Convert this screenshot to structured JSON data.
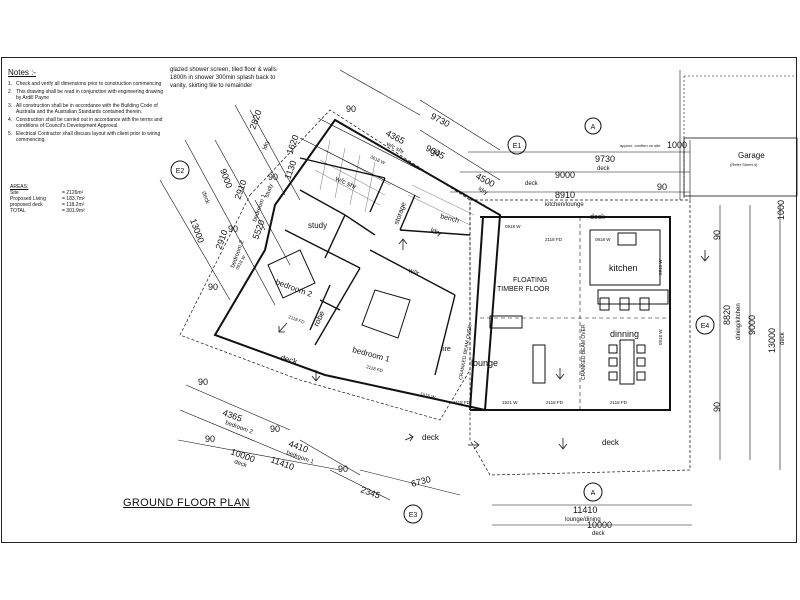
{
  "notes": {
    "title": "Notes :-",
    "items": [
      {
        "num": "1.",
        "text": "Check and verify all dimensions prior to construction commencing"
      },
      {
        "num": "2.",
        "text": "This drawing shall be read in conjunction with engineering drawing by Ardill Payne"
      },
      {
        "num": "3.",
        "text": "All construction shall be in accordance with the Building Code of Australia and the Australian Standards contained therein."
      },
      {
        "num": "4.",
        "text": "Construction shall be carried out in accordance with the terms and conditions of Council's Development Approval."
      },
      {
        "num": "5.",
        "text": "Electrical Contractor shall discuss layout with client prior to wiring commencing."
      }
    ]
  },
  "areas": {
    "title": "AREAS:",
    "rows": [
      {
        "label": "Site",
        "value": "= 2126m²"
      },
      {
        "label": "Proposed Living",
        "value": "= 183.7m²"
      },
      {
        "label": "proposed deck",
        "value": "= 118.2m²"
      },
      {
        "label": "TOTAL",
        "value": "= 301.9m²"
      }
    ]
  },
  "callout": "glazed shower screen, tiled floor & walls 1800h in shower 300min splash back to vanity, skirting tile to remainder",
  "title": "GROUND FLOOR PLAN",
  "rooms": {
    "study": "study",
    "bedroom2": "bedroom 2",
    "bedroom1": "bedroom 1",
    "robe": "robe",
    "wc_shr": "w/c shr",
    "storage": "storage",
    "bench": "bench",
    "ldry": "ldry",
    "wir": "w/ir",
    "kitchen": "kitchen",
    "dinning": "dinning",
    "lounge": "lounge",
    "floating": "FLOATING",
    "timber": "TIMBER FLOOR",
    "fire": "fire",
    "garage": "Garage",
    "garage_ref": "(Refer Sheet 4)",
    "deck_left": "deck",
    "deck_bottom": "deck",
    "deck_right_top": "deck",
    "deck_mid": "deck"
  },
  "beams": {
    "b1": "CRANKED BEAM OVER",
    "b2": "CRANKED BEAM OVER"
  },
  "openings": {
    "o1": "2118 FD",
    "o2": "2118 FD",
    "o3": "2118 FD",
    "o4": "2118 FD",
    "o5": "1521 W",
    "o6": "2118 FD",
    "o7": "2118 FD",
    "w1": "0918 W",
    "w2": "0918 W",
    "w3": "0918 W",
    "w4": "0918 W",
    "w5": "1515 W",
    "w6": "0618 W",
    "w7": "0918 W"
  },
  "dims": {
    "top_9730": "9730",
    "top_9045": "9045",
    "top_4365": "4365",
    "top_wcshr": "w/c shr",
    "top_4500": "4500",
    "top_ldry": "ldry",
    "top_90a": "90",
    "top_90b": "90",
    "right_9730": "9730",
    "right_9730_deck": "deck",
    "right_9000": "9000",
    "right_9000_deck": "deck",
    "right_8910": "8910",
    "right_8910_lbl": "kitchen/lounge",
    "right_90": "90",
    "right_1000": "1000",
    "confirm": "approx. confirm on site",
    "left_13000": "13000",
    "left_13000_deck": "deck",
    "left_9000": "9000",
    "left_2820": "2820",
    "left_ldry": "ldry",
    "left_2910a": "2910",
    "left_bed1": "bedroom 1",
    "left_5520": "5520",
    "left_study": "study",
    "left_2910b": "2910",
    "left_bed2": "bedroom 2",
    "left_90a": "90",
    "left_90b": "90",
    "left_90c": "90",
    "left_1620": "1620",
    "left_1130": "1130",
    "bot_4365": "4365",
    "bot_bed2": "bedroom 2",
    "bot_4410": "4410",
    "bot_bed1": "bedroom 1",
    "bot_10000": "10000",
    "bot_deck": "deck",
    "bot_11410": "11410",
    "bot_2345": "2345",
    "bot_90a": "90",
    "bot_90b": "90",
    "bot_90c": "90",
    "bot_90d": "90",
    "diag_6730": "6730",
    "b_11410": "11410",
    "b_lounge": "lounge/dining",
    "b_10000": "10000",
    "b_deck": "deck",
    "r_13000": "13000",
    "r_deck": "deck",
    "r_9000": "9000",
    "r_8820": "8820",
    "r_dining": "dining/kitchen",
    "r_90a": "90",
    "r_90b": "90",
    "r_1000": "1000"
  },
  "markers": {
    "A1": "A",
    "A2": "A",
    "E1": "E1",
    "E2": "E2",
    "E3": "E3",
    "E4": "E4"
  }
}
